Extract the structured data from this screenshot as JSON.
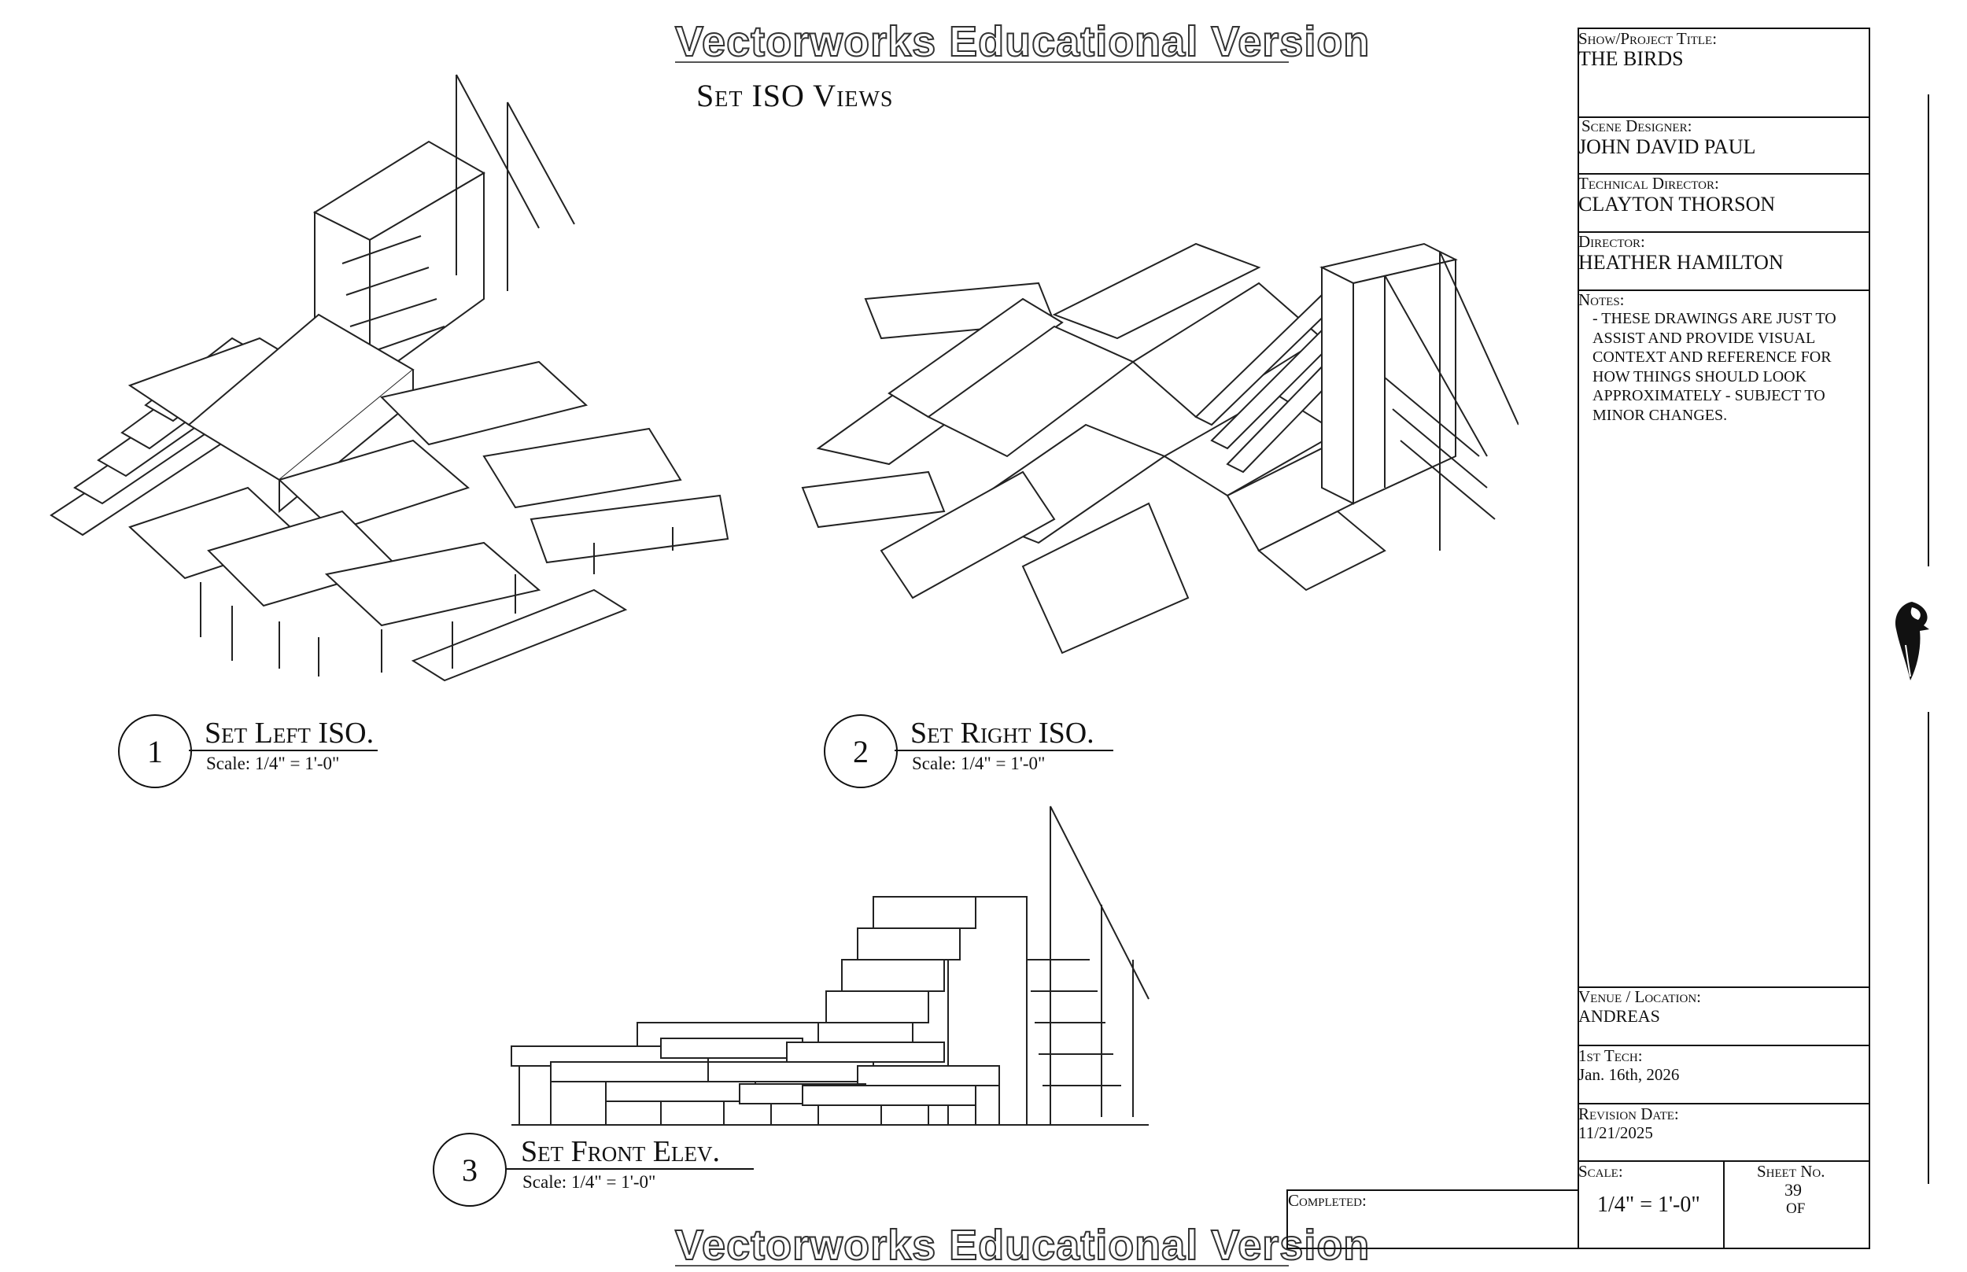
{
  "watermark": {
    "text": "Vectorworks Educational Version"
  },
  "sheet_title": "Set ISO Views",
  "views": [
    {
      "number": "1",
      "title": "Set Left ISO.",
      "scale": "Scale: 1/4\" = 1'-0\""
    },
    {
      "number": "2",
      "title": "Set Right ISO.",
      "scale": "Scale: 1/4\" = 1'-0\""
    },
    {
      "number": "3",
      "title": "Set Front Elev.",
      "scale": "Scale: 1/4\" = 1'-0\""
    }
  ],
  "title_block": {
    "show_label": "Show/Project Title:",
    "show_value": "THE BIRDS",
    "designer_label": "Scene Designer:",
    "designer_value": "JOHN DAVID PAUL",
    "td_label": "Technical Director:",
    "td_value": "CLAYTON THORSON",
    "director_label": "Director:",
    "director_value": "HEATHER HAMILTON",
    "notes_label": "Notes:",
    "notes_value": "- THESE DRAWINGS ARE JUST TO ASSIST AND PROVIDE VISUAL CONTEXT AND REFERENCE FOR HOW THINGS SHOULD LOOK APPROXIMATELY - SUBJECT TO MINOR CHANGES.",
    "venue_label": "Venue / Location:",
    "venue_value": "ANDREAS",
    "tech_label": "1st Tech:",
    "tech_value": "Jan. 16th, 2026",
    "revision_label": "Revision Date:",
    "revision_value": "11/21/2025",
    "scale_label": "Scale:",
    "scale_value": "1/4\" = 1'-0\"",
    "sheet_label": "Sheet No.",
    "sheet_number": "39",
    "sheet_of": "OF",
    "completed_label": "Completed:"
  },
  "logo": {
    "icon": "bird-logo-icon"
  }
}
